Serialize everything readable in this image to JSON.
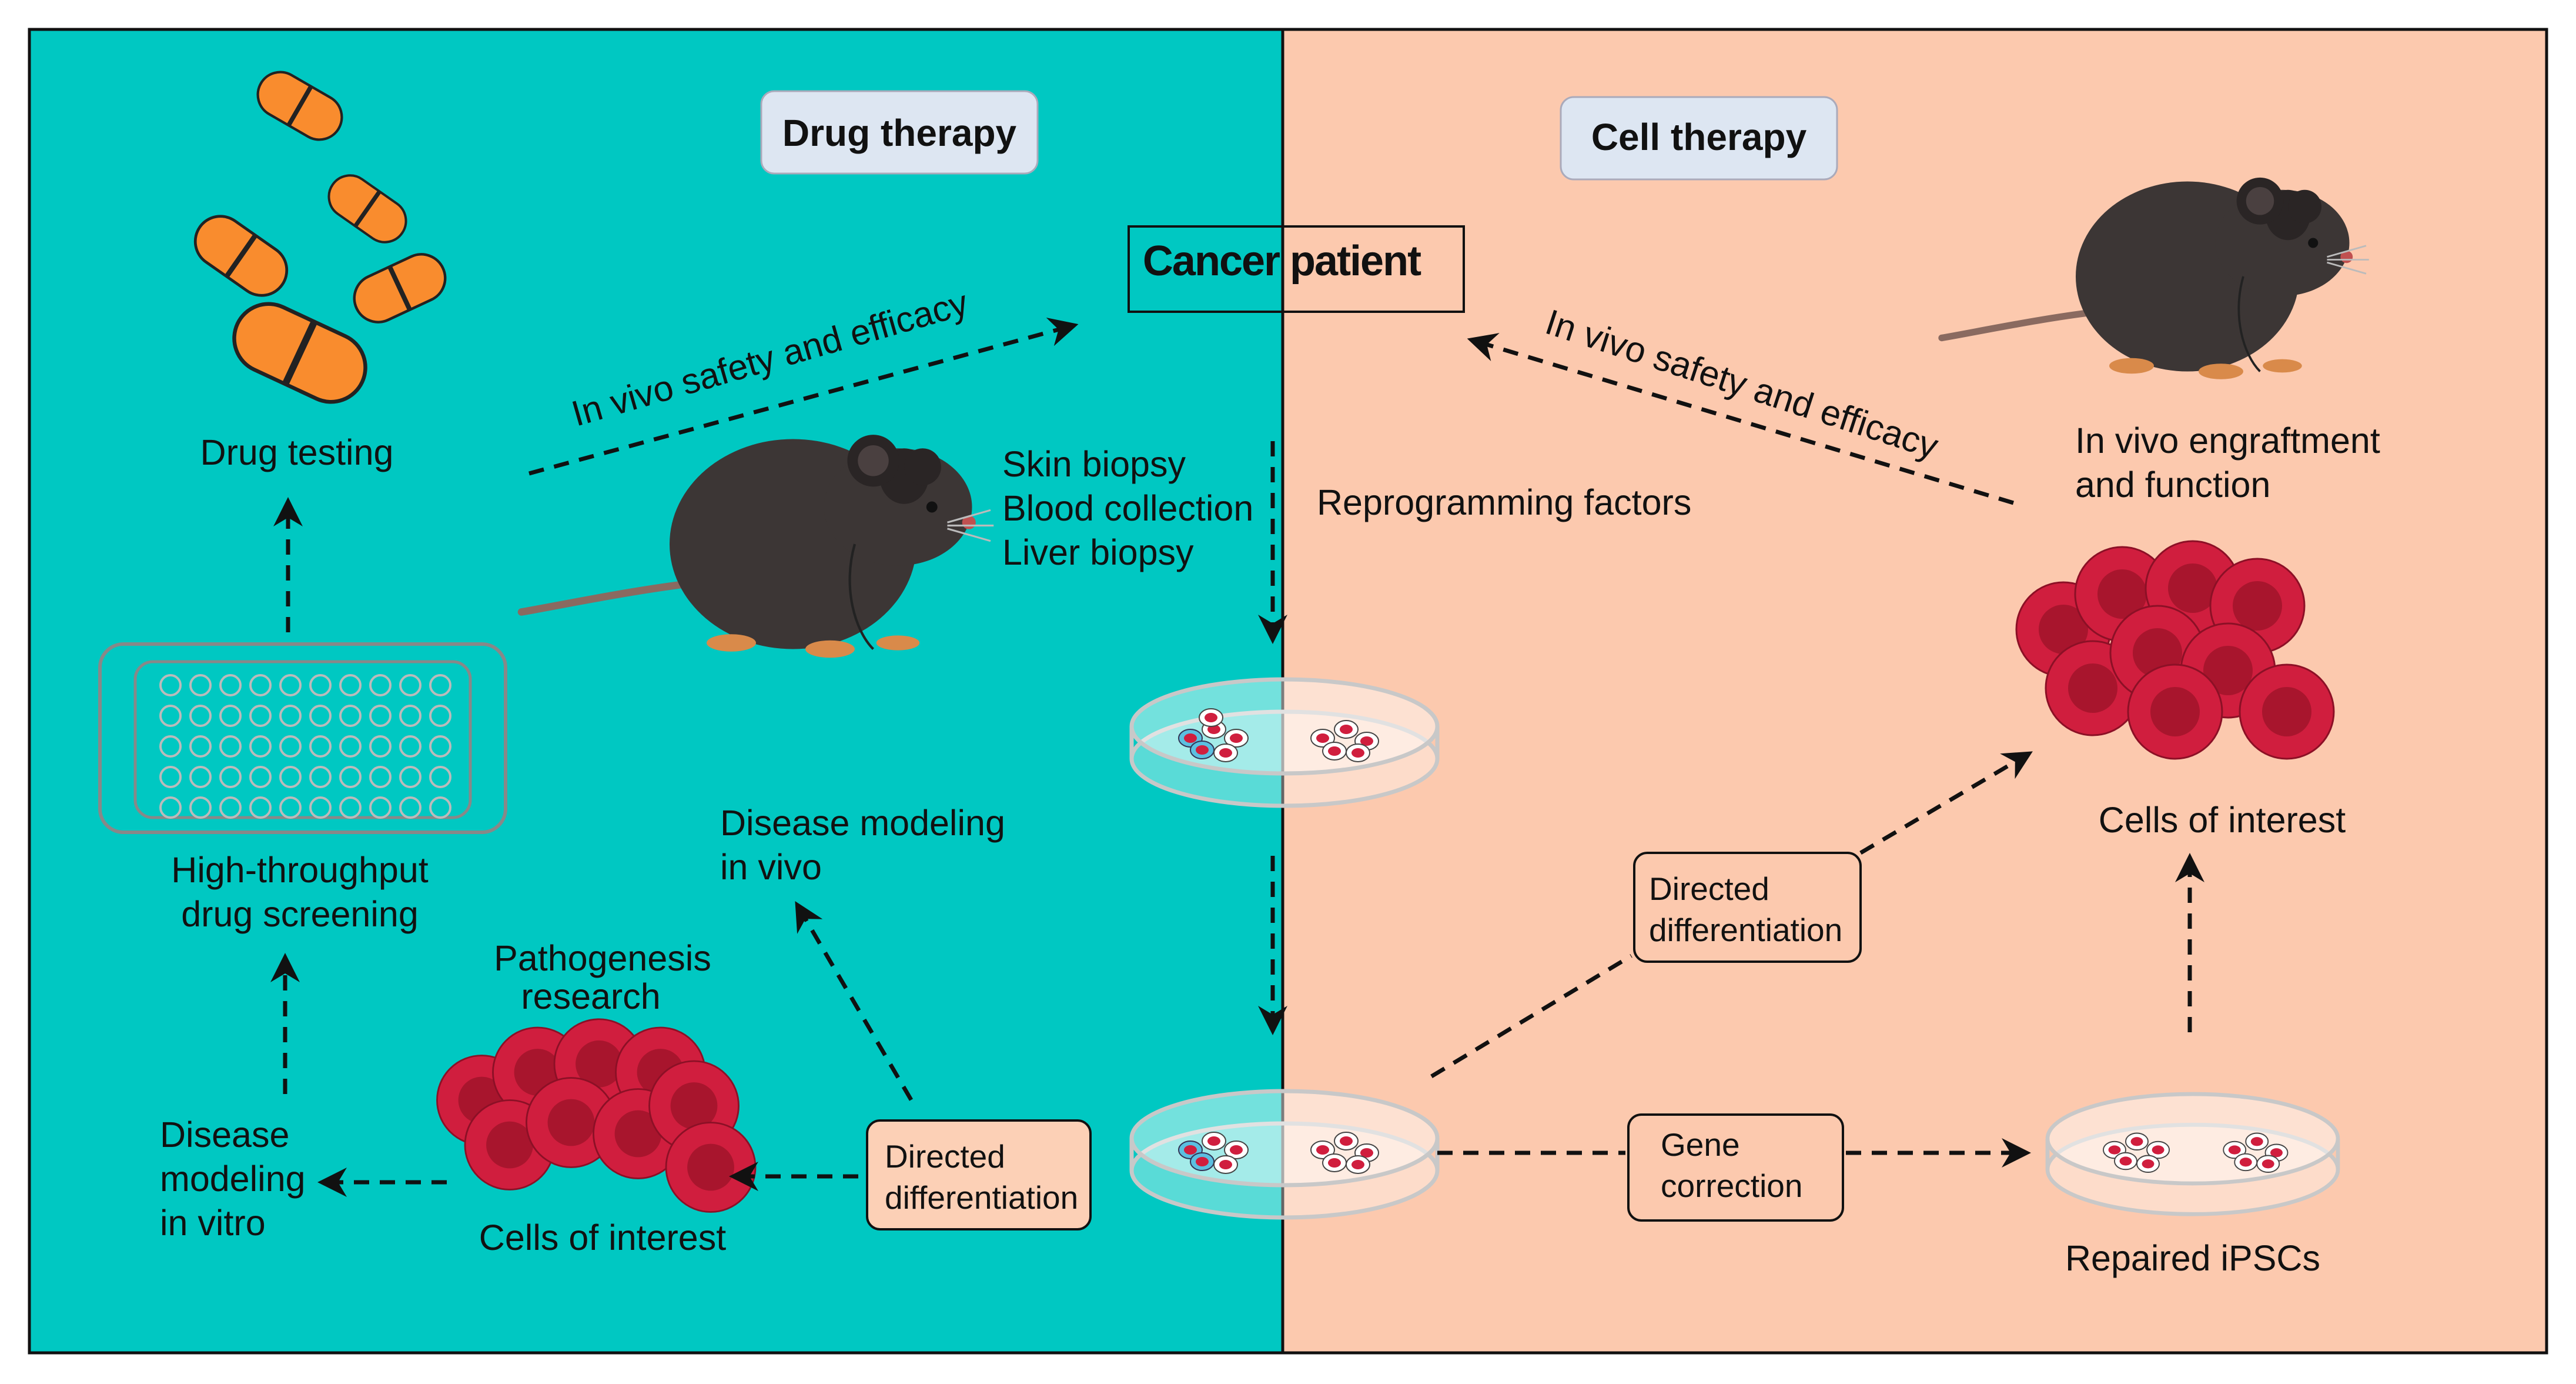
{
  "colors": {
    "drug_panel": "#00c8c2",
    "cell_panel": "#fcc9ae",
    "pill": "#f98c2e",
    "red_cell": "#d01e3e",
    "red_cell_core": "#a8152d",
    "mouse_body": "#3c3635",
    "mouse_feet": "#d98a4a",
    "header_box": "#dde6f2",
    "label_box": "#fcd0b6"
  },
  "headers": {
    "drug_therapy": "Drug therapy",
    "cell_therapy": "Cell therapy"
  },
  "center": {
    "cancer_patient": "Cancer patient",
    "biopsy_lines": [
      "Skin biopsy",
      "Blood collection",
      "Liver biopsy"
    ],
    "reprogramming": "Reprogramming factors"
  },
  "drug_side": {
    "drug_testing": "Drug testing",
    "in_vivo_safety": "In vivo safety and efficacy",
    "screening_lines": [
      "High-throughput",
      "drug screening"
    ],
    "disease_modeling_in_vivo": [
      "Disease modeling",
      "in vivo"
    ],
    "pathogenesis": [
      "Pathogenesis",
      "research"
    ],
    "disease_modeling_in_vitro": [
      "Disease",
      "modeling",
      "in vitro"
    ],
    "cells_of_interest": "Cells of interest",
    "directed_differentiation": [
      "Directed",
      "differentiation"
    ]
  },
  "cell_side": {
    "in_vivo_safety": "In vivo safety and efficacy",
    "engraftment": [
      "In vivo engraftment",
      "and function"
    ],
    "cells_of_interest": "Cells of interest",
    "directed_differentiation": [
      "Directed",
      "differentiation"
    ],
    "gene_correction": [
      "Gene",
      "correction"
    ],
    "repaired_ipscs": "Repaired iPSCs"
  },
  "icons": [
    "pill-icon",
    "mouse-icon",
    "well-plate-icon",
    "petri-dish-icon",
    "red-cell-cluster-icon"
  ]
}
